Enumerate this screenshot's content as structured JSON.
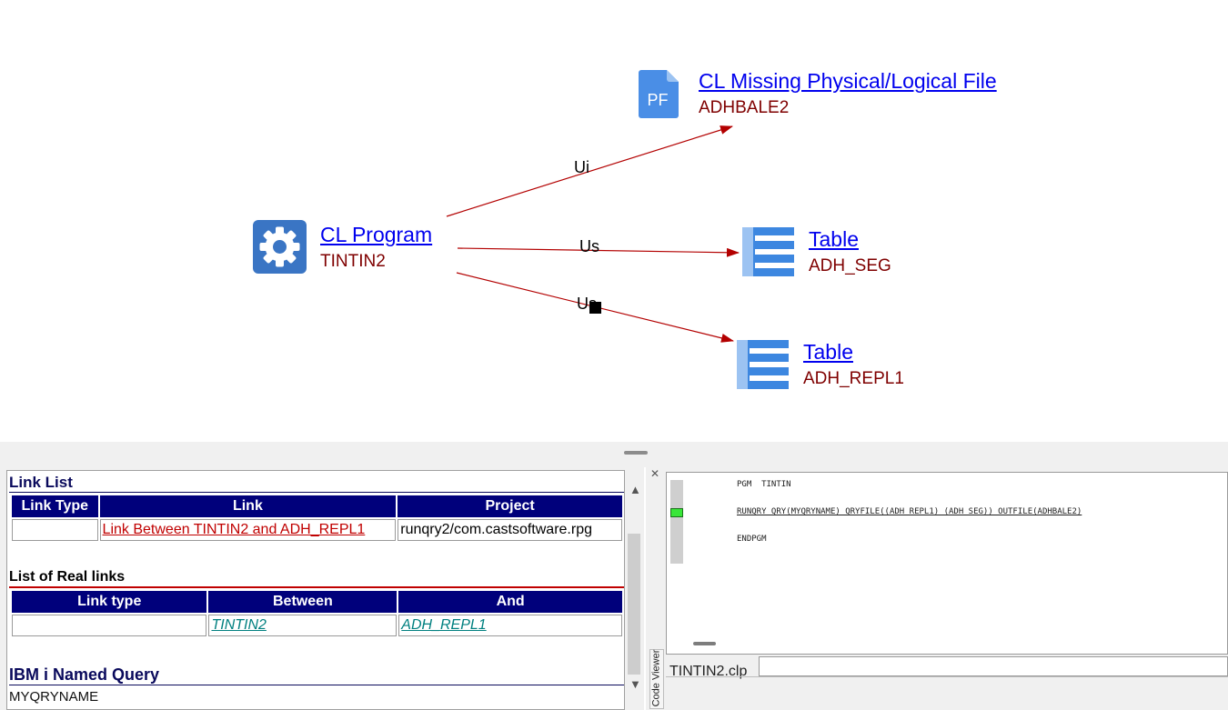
{
  "graph": {
    "nodes": [
      {
        "title": "CL Program",
        "name": "TINTIN2"
      },
      {
        "title": "CL Missing Physical/Logical File",
        "name": "ADHBALE2",
        "icon_text": "PF"
      },
      {
        "title": "Table",
        "name": "ADH_SEG"
      },
      {
        "title": "Table",
        "name": "ADH_REPL1"
      }
    ],
    "edges": [
      {
        "label": "Ui"
      },
      {
        "label": "Us"
      },
      {
        "label": "Us"
      }
    ],
    "edge_color": "#b30000",
    "node_title_color": "#0000ee",
    "node_name_color": "#7f0000"
  },
  "link_list": {
    "title": "Link List",
    "headers": [
      "Link Type",
      "Link",
      "Project"
    ],
    "rows": [
      {
        "link_type": "",
        "link": "Link Between TINTIN2 and ADH_REPL1",
        "project": "runqry2/com.castsoftware.rpg"
      }
    ]
  },
  "real_links": {
    "title": "List of Real links",
    "headers": [
      "Link type",
      "Between",
      "And"
    ],
    "rows": [
      {
        "link_type": "",
        "between": "TINTIN2",
        "and": "ADH_REPL1"
      }
    ]
  },
  "named_query": {
    "title": "IBM i Named Query",
    "value": "MYQRYNAME"
  },
  "code_viewer": {
    "tab_label": "Code Viewer",
    "file_tab": "TINTIN2.clp",
    "lines": [
      "PGM  TINTIN",
      "RUNQRY QRY(MYQRYNAME) QRYFILE((ADH_REPL1) (ADH_SEG)) OUTFILE(ADHBALE2)",
      "ENDPGM"
    ]
  },
  "colors": {
    "table_header_bg": "#00007b",
    "section_title": "#0a0a5c",
    "link_red": "#c00000",
    "link_teal": "#008080"
  }
}
